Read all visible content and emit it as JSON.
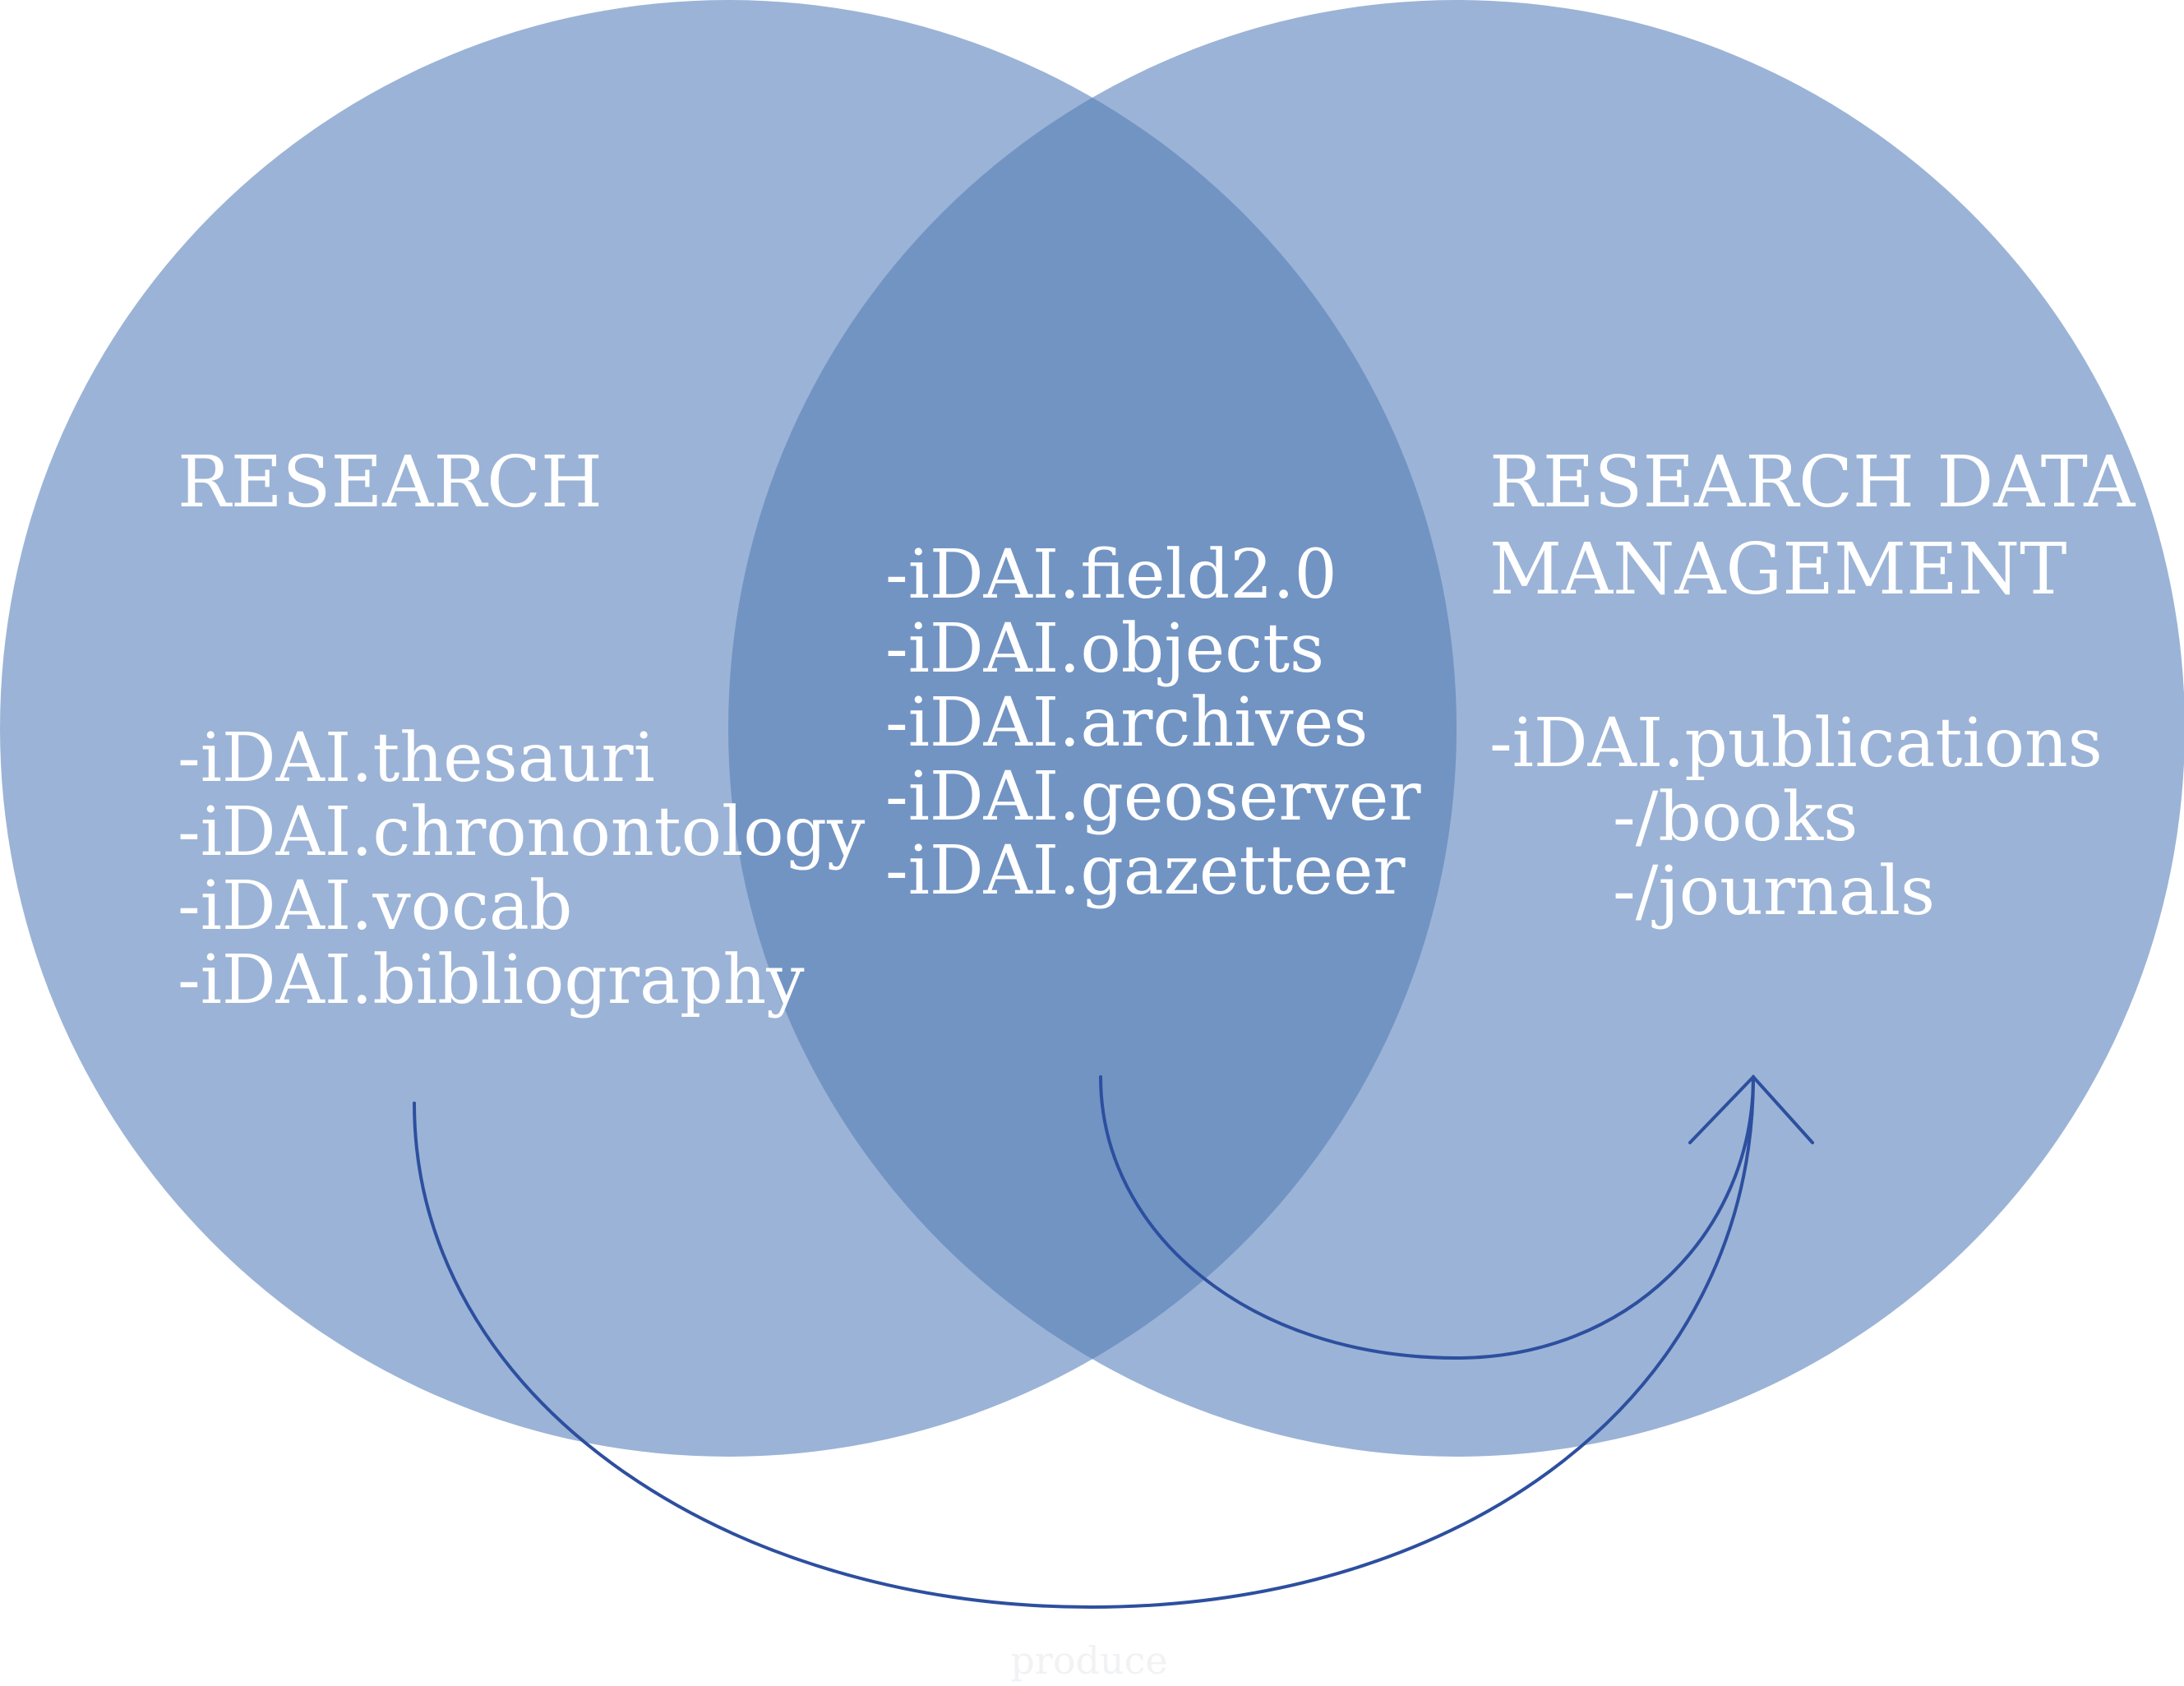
{
  "left_set": {
    "title": "RESEARCH",
    "items": [
      "-iDAI.thesauri",
      "-iDAI.chronontology",
      "-iDAI.vocab",
      "-iDAI.bibliography"
    ]
  },
  "intersection": {
    "items": [
      "-iDAI.field2.0",
      "-iDAI.objects",
      "-iDAI.archives",
      "-iDAI.geoserver",
      "-iDAI.gazetteer"
    ]
  },
  "right_set": {
    "title_lines": [
      "RESEARCH DATA",
      "MANAGEMENT"
    ],
    "items": [
      "-iDAI.publications",
      "-/books",
      "-/journals"
    ]
  },
  "arrow_label": "produce",
  "colors": {
    "circle_fill": "#9bb3d6",
    "overlap_fill": "#7294c3",
    "arrow_stroke": "#2d4f9f",
    "text": "#ffffff"
  }
}
